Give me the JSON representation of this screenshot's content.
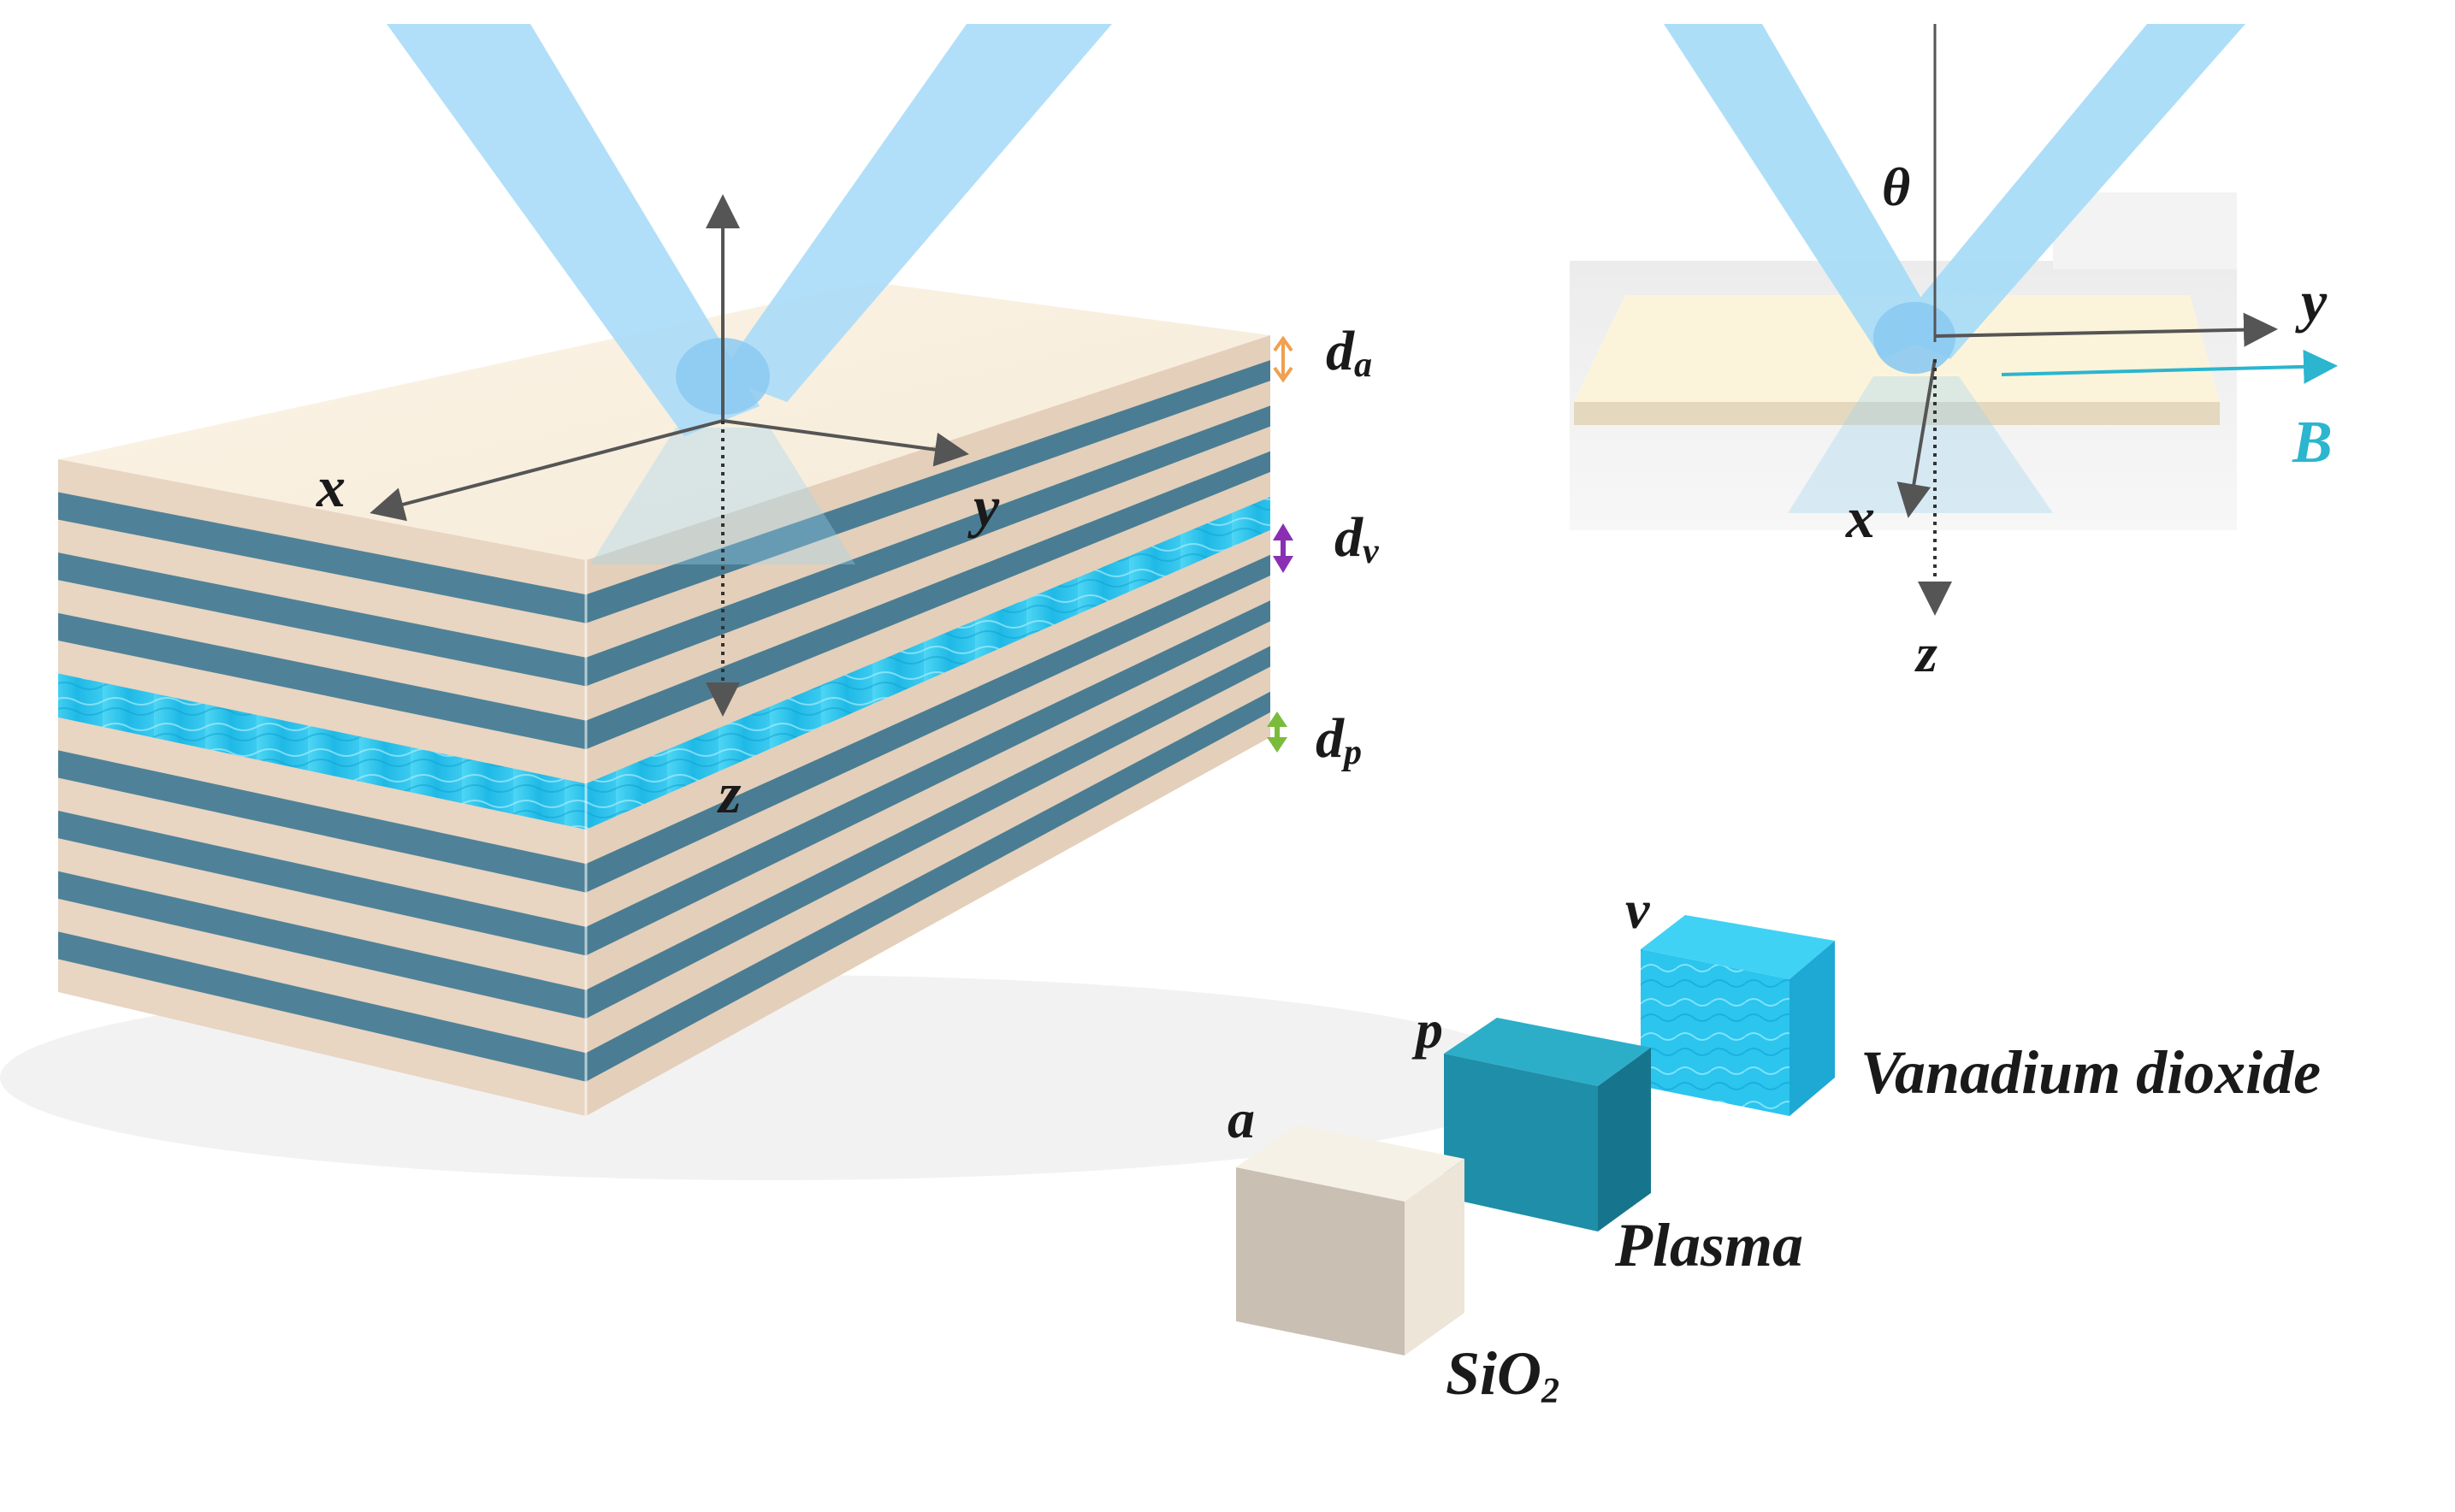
{
  "main_structure": {
    "axes": {
      "x": "x",
      "y": "y",
      "z": "z"
    },
    "thickness_labels": {
      "a": {
        "symbol": "d",
        "sub": "a"
      },
      "v": {
        "symbol": "d",
        "sub": "v"
      },
      "p": {
        "symbol": "d",
        "sub": "p"
      }
    }
  },
  "inset": {
    "angle": "θ",
    "axes": {
      "x": "x",
      "y": "y",
      "z": "z"
    },
    "field": "B"
  },
  "materials": {
    "a": {
      "letter": "a",
      "name": "SiO",
      "sub": "2"
    },
    "p": {
      "letter": "p",
      "name": "Plasma"
    },
    "v": {
      "letter": "v",
      "name": "Vanadium dioxide"
    }
  },
  "colors": {
    "sio2": "#e8d5c2",
    "plasma": "#4f8298",
    "vo2": "#26c6ec",
    "beam": "#a9dcf8",
    "field": "#2bb5cf",
    "da_marker": "#f0a050",
    "dv_marker": "#8a2fb4",
    "dp_marker": "#7bbb3c"
  }
}
